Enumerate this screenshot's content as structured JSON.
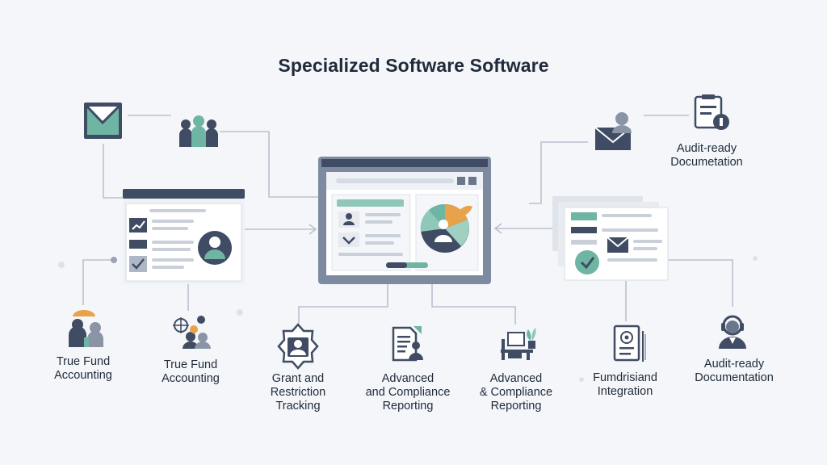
{
  "title": "Specialized Software Software",
  "features": [
    {
      "lines": [
        "Audit-ready",
        "Documetation"
      ],
      "icon": "compliance-document-icon"
    },
    {
      "lines": [
        "True Fund",
        "Accounting"
      ],
      "icon": "team-meeting-icon"
    },
    {
      "lines": [
        "True Fund",
        "Accounting"
      ],
      "icon": "collaborators-icon"
    },
    {
      "lines": [
        "Grant and",
        "Restriction",
        "Tracking"
      ],
      "icon": "badge-user-icon"
    },
    {
      "lines": [
        "Advanced",
        "and Compliance",
        "Reporting"
      ],
      "icon": "report-user-icon"
    },
    {
      "lines": [
        "Advanced",
        "& Compliance",
        "Reporting"
      ],
      "icon": "workstation-icon"
    },
    {
      "lines": [
        "Fumdrisiand",
        "Integration"
      ],
      "icon": "integration-document-icon"
    },
    {
      "lines": [
        "Audit-ready",
        "Documentation"
      ],
      "icon": "support-agent-icon"
    }
  ],
  "colors": {
    "navy": "#3f4c63",
    "teal": "#6fb5a4",
    "orange": "#e8a24a",
    "panel": "#ffffff",
    "connector": "#b9c2cf",
    "background": "#f4f6f9"
  }
}
